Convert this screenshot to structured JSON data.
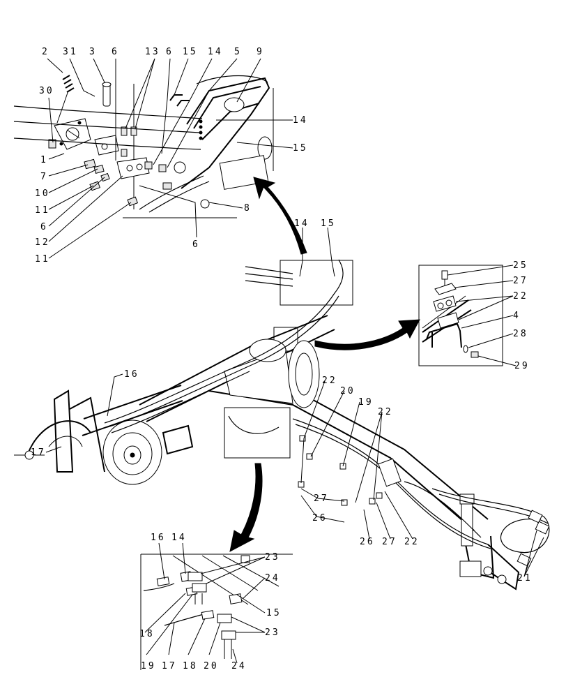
{
  "callouts": {
    "top_detail": [
      {
        "id": "c-2",
        "text": "2"
      },
      {
        "id": "c-31",
        "text": "31"
      },
      {
        "id": "c-3",
        "text": "3"
      },
      {
        "id": "c-6a",
        "text": "6"
      },
      {
        "id": "c-13",
        "text": "13"
      },
      {
        "id": "c-6b",
        "text": "6"
      },
      {
        "id": "c-15a",
        "text": "15"
      },
      {
        "id": "c-14a",
        "text": "14"
      },
      {
        "id": "c-5",
        "text": "5"
      },
      {
        "id": "c-9",
        "text": "9"
      },
      {
        "id": "c-30",
        "text": "30"
      },
      {
        "id": "c-14b",
        "text": "14"
      },
      {
        "id": "c-15b",
        "text": "15"
      },
      {
        "id": "c-1",
        "text": "1"
      },
      {
        "id": "c-7",
        "text": "7"
      },
      {
        "id": "c-10",
        "text": "10"
      },
      {
        "id": "c-11a",
        "text": "11"
      },
      {
        "id": "c-6c",
        "text": "6"
      },
      {
        "id": "c-12",
        "text": "12"
      },
      {
        "id": "c-11b",
        "text": "11"
      },
      {
        "id": "c-8",
        "text": "8"
      },
      {
        "id": "c-6d",
        "text": "6"
      }
    ],
    "main_view": [
      {
        "id": "c-14c",
        "text": "14"
      },
      {
        "id": "c-15c",
        "text": "15"
      },
      {
        "id": "c-16a",
        "text": "16"
      },
      {
        "id": "c-17a",
        "text": "17"
      },
      {
        "id": "c-22a",
        "text": "22"
      },
      {
        "id": "c-20a",
        "text": "20"
      },
      {
        "id": "c-19a",
        "text": "19"
      },
      {
        "id": "c-22b",
        "text": "22"
      },
      {
        "id": "c-27a",
        "text": "27"
      },
      {
        "id": "c-26a",
        "text": "26"
      },
      {
        "id": "c-26b",
        "text": "26"
      },
      {
        "id": "c-27b",
        "text": "27"
      },
      {
        "id": "c-22c",
        "text": "22"
      },
      {
        "id": "c-21",
        "text": "21"
      }
    ],
    "right_detail": [
      {
        "id": "c-25",
        "text": "25"
      },
      {
        "id": "c-27c",
        "text": "27"
      },
      {
        "id": "c-22d",
        "text": "22"
      },
      {
        "id": "c-4",
        "text": "4"
      },
      {
        "id": "c-28",
        "text": "28"
      },
      {
        "id": "c-29",
        "text": "29"
      }
    ],
    "bottom_detail": [
      {
        "id": "c-16b",
        "text": "16"
      },
      {
        "id": "c-14d",
        "text": "14"
      },
      {
        "id": "c-23a",
        "text": "23"
      },
      {
        "id": "c-24a",
        "text": "24"
      },
      {
        "id": "c-15d",
        "text": "15"
      },
      {
        "id": "c-23b",
        "text": "23"
      },
      {
        "id": "c-18a",
        "text": "18"
      },
      {
        "id": "c-19b",
        "text": "19"
      },
      {
        "id": "c-17b",
        "text": "17"
      },
      {
        "id": "c-18b",
        "text": "18"
      },
      {
        "id": "c-20b",
        "text": "20"
      },
      {
        "id": "c-24b",
        "text": "24"
      }
    ]
  }
}
